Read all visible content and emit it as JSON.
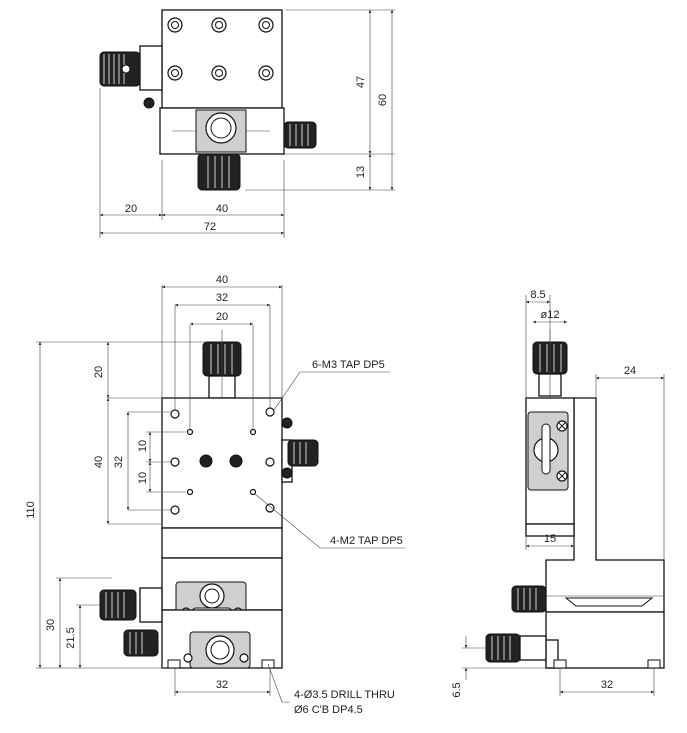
{
  "top_view": {
    "dims": {
      "d47": "47",
      "d60": "60",
      "d13": "13",
      "d20": "20",
      "d40": "40",
      "d72": "72"
    }
  },
  "front_view": {
    "dims": {
      "d40": "40",
      "d32": "32",
      "d20": "20",
      "d20v": "20",
      "d110": "110",
      "d40v": "40",
      "d32v": "32",
      "d10a": "10",
      "d10b": "10",
      "d30": "30",
      "d21_5": "21.5",
      "d32b": "32"
    },
    "notes": {
      "m3": "6-M3 TAP DP5",
      "m2": "4-M2 TAP DP5",
      "drill1": "4-Ø3.5 DRILL THRU",
      "drill2": "Ø6 C'B DP4.5"
    }
  },
  "side_view": {
    "dims": {
      "d8_5": "8.5",
      "d12": "ø12",
      "d24": "24",
      "d15": "15",
      "d6_5": "6.5",
      "d32": "32"
    }
  }
}
